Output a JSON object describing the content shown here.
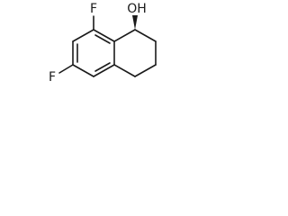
{
  "molecule": {
    "atoms": {
      "fluorine_top": "F",
      "fluorine_left": "F",
      "hydroxyl": "OH"
    },
    "stereo": "wedge",
    "line_color": "#1a1a1a"
  }
}
